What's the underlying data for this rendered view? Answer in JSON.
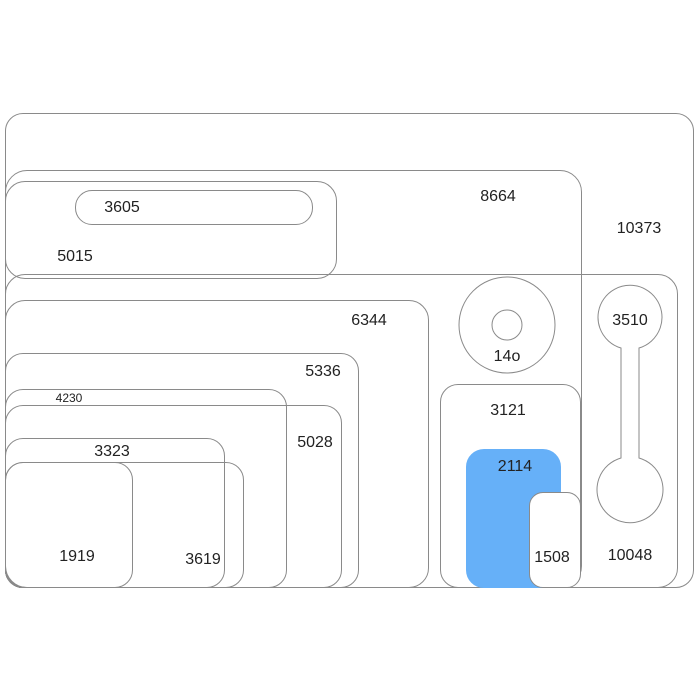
{
  "nodes": {
    "n10373": "10373",
    "n8664": "8664",
    "n5015": "5015",
    "n3605": "3605",
    "n10048": "10048",
    "n6344": "6344",
    "n5336": "5336",
    "n4230": "4230",
    "n5028": "5028",
    "n3323": "3323",
    "n3619": "3619",
    "n1919": "1919",
    "n140": "14o",
    "n3121": "3121",
    "n2114": "2114",
    "n1508": "1508",
    "n3510": "3510"
  },
  "colors": {
    "highlight": "#66b0f8",
    "stroke": "#8a8a8a"
  }
}
